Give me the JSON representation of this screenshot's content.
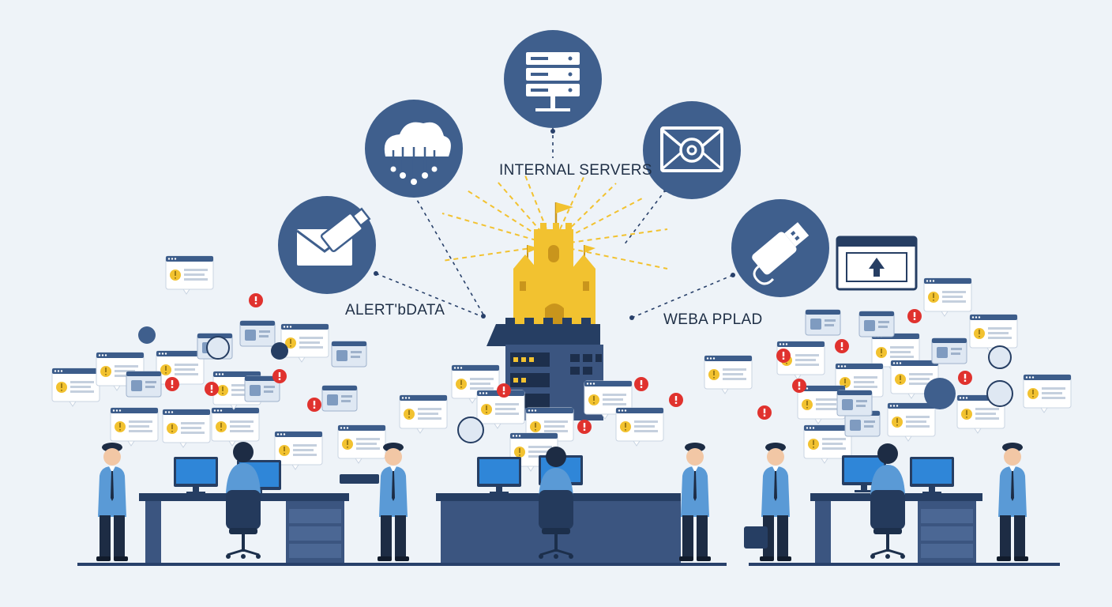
{
  "labels": {
    "internal_servers": "INTERNAL SERVERS",
    "alert_data": "ALERT'bDATA",
    "web_upload": "WEBA PPLAD"
  },
  "nodes": [
    {
      "id": "cloud",
      "icon": "cloud-network-icon"
    },
    {
      "id": "servers",
      "icon": "server-rack-icon"
    },
    {
      "id": "email",
      "icon": "email-at-icon"
    },
    {
      "id": "usb-left",
      "icon": "usb-envelope-icon"
    },
    {
      "id": "usb-right",
      "icon": "usb-drive-icon"
    }
  ],
  "colors": {
    "background": "#eef3f8",
    "circle": "#3f5f8d",
    "navy": "#263e63",
    "gold": "#f2c230",
    "alert_red": "#e0322e",
    "shirt_blue": "#5a9ad6",
    "screen_blue": "#2f86d8",
    "popup_bar": "#3c5c8a"
  }
}
